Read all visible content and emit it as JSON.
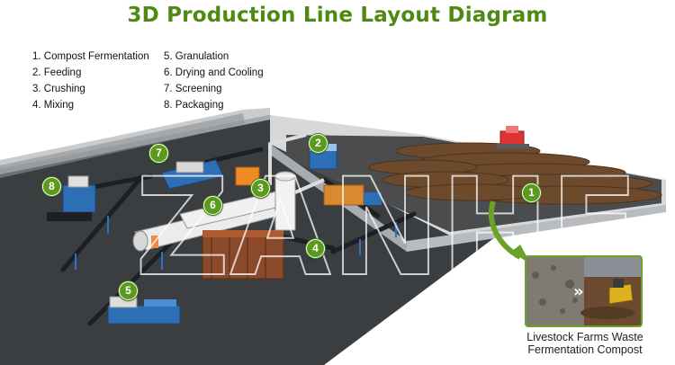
{
  "title": "3D Production Line Layout Diagram",
  "legend": [
    "1. Compost Fermentation",
    "2. Feeding",
    "3. Crushing",
    "4. Mixing",
    "5. Granulation",
    "6. Drying and Cooling",
    "7. Screening",
    "8. Packaging"
  ],
  "badges": [
    "1",
    "2",
    "3",
    "4",
    "5",
    "6",
    "7",
    "8"
  ],
  "watermark": "ZANHE",
  "inset_caption": {
    "line1": "Livestock Farms Waste",
    "line2": "Fermentation Compost"
  },
  "inset_icon": "double-chevron-right-icon",
  "colors": {
    "title": "#4e8a12",
    "badge": "#5c9a1f",
    "floor": "#3c3f42",
    "compost": "#6e4a2c",
    "machine_blue": "#2c6fb5",
    "dryer": "#e8e8e8"
  }
}
